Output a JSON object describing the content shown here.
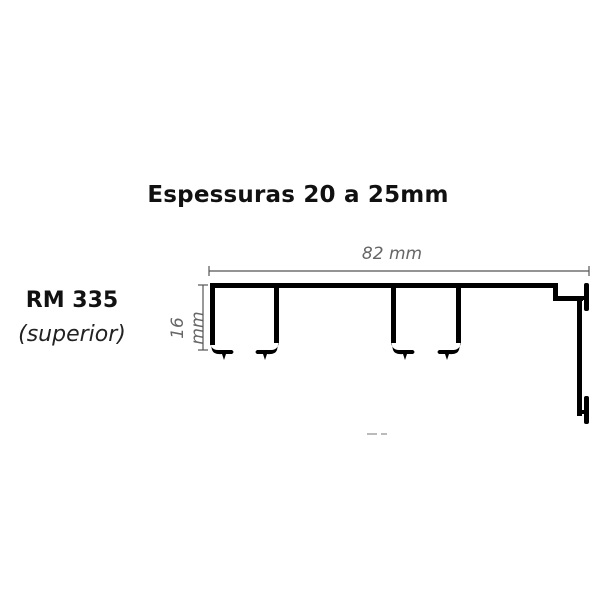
{
  "title": "Espessuras 20 a 25mm",
  "product": {
    "model": "RM 335",
    "position": "(superior)"
  },
  "dimensions": {
    "width_label": "82 mm",
    "height_label": "16 mm"
  },
  "colors": {
    "profile": "#000000",
    "dimension_lines": "#555555",
    "dimension_text": "#666666",
    "text": "#111111",
    "background": "#ffffff"
  }
}
